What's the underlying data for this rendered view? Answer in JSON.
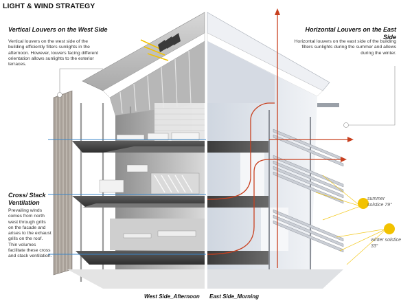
{
  "title": "LIGHT & WIND STRATEGY",
  "west": {
    "heading": "Vertical Louvers on the West Side",
    "body": "Vertical louvers on the west side of the building efficiently filters sunlights in the afternoon. However, louvers facing different orientation allows sunlights to the exterior terraces."
  },
  "east": {
    "heading": "Horizontal Louvers on the East Side",
    "body": "Horizontal louvers on the east side of the building filters sunlights during the summer and allows during the winter."
  },
  "cross": {
    "heading": "Cross/ Stack Ventilation",
    "lines": [
      "Prevailing winds",
      "comes from north",
      "west through grills",
      "on the facade and",
      "arises to the exhaust",
      "grills on the roof.",
      "Thin volumes",
      "facilitate these cross",
      "and stack ventilation."
    ]
  },
  "sun": {
    "summer_label": "summer solstice 79°",
    "winter_label": "winter solstice 33°"
  },
  "captions": {
    "west_side": "West Side_Afternoon",
    "east_side": "East Side_Morning"
  },
  "colors": {
    "wind": "#c8401f",
    "light_line": "#3a86c8",
    "sun": "#f2c200",
    "slab": "#4a4a4a",
    "wall_east": "#dfe3ea"
  }
}
